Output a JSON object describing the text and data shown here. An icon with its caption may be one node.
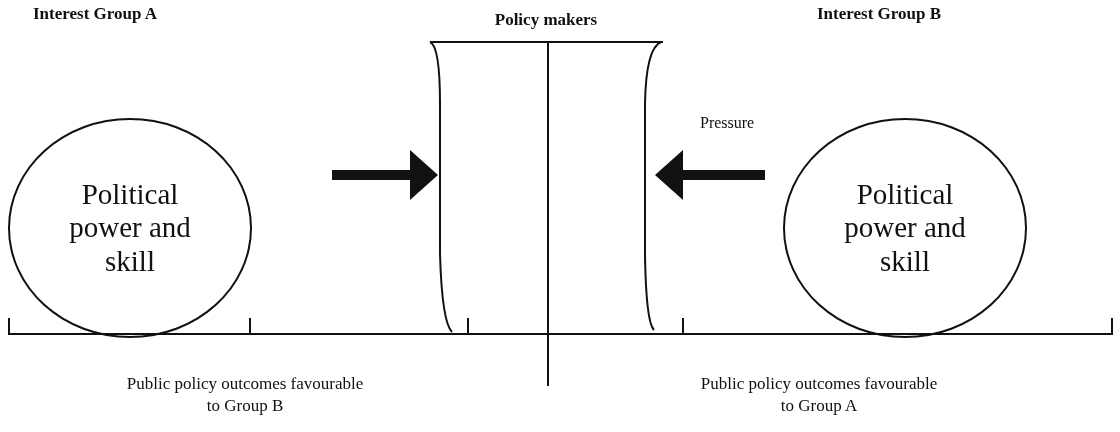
{
  "diagram": {
    "nodes": [
      {
        "text": [
          "Political power and skill"
        ]
      },
      {
        "text": [
          "Policy makers"
        ]
      },
      {
        "text": [
          "Political power and skill"
        ]
      }
    ],
    "edges": [
      {
        "from": 0,
        "to": 1,
        "arrow": "to",
        "style": "thick"
      },
      {
        "from": 2,
        "to": 1,
        "arrow": "to",
        "style": "thick",
        "label": "Pressure"
      }
    ],
    "labels": [
      "Interest Group A",
      "Interest Group B",
      "Public policy outcomes favourable to Group B",
      "Public policy outcomes favourable to Group A"
    ]
  }
}
